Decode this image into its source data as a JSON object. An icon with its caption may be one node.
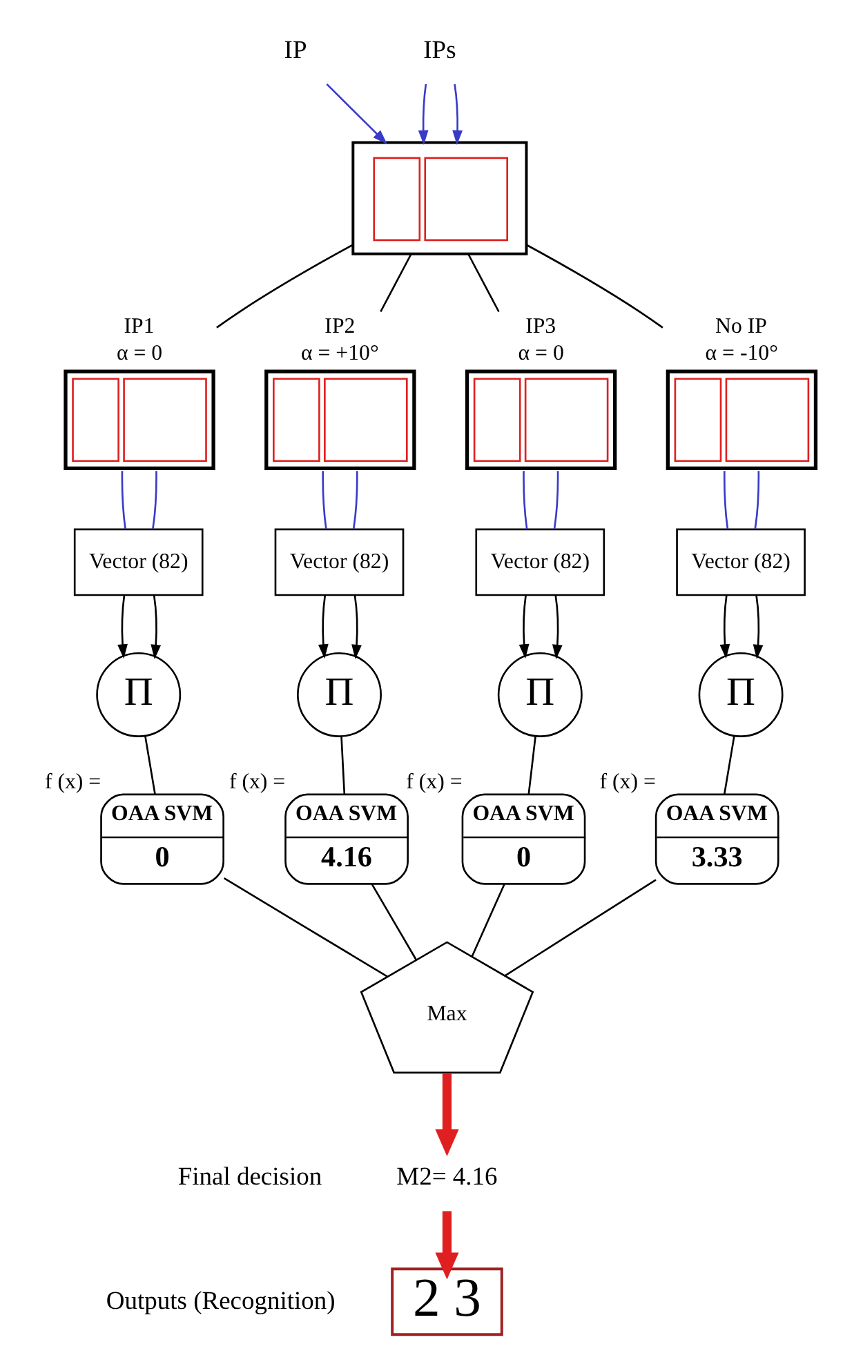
{
  "diagram": {
    "nodes": [
      {
        "text": [],
        "shape": "picture"
      },
      {
        "text": [
          "IP"
        ]
      },
      {
        "text": [
          "IPs"
        ]
      },
      {
        "text": [],
        "shape": "picture",
        "beside": [
          "IP1",
          "α = 0"
        ]
      },
      {
        "text": [],
        "shape": "picture",
        "beside": [
          "IP2",
          "α = +10°"
        ]
      },
      {
        "text": [],
        "shape": "picture",
        "beside": [
          "IP3",
          "α = 0"
        ]
      },
      {
        "text": [],
        "shape": "picture",
        "beside": [
          "No IP",
          "α = -10°"
        ]
      },
      {
        "text": [
          "Vector (82)"
        ]
      },
      {
        "text": [
          "Vector (82)"
        ]
      },
      {
        "text": [
          "Vector (82)"
        ]
      },
      {
        "text": [
          "Vector (82)"
        ]
      },
      {
        "text": [
          "Π"
        ]
      },
      {
        "text": [
          "Π"
        ]
      },
      {
        "text": [
          "Π"
        ]
      },
      {
        "text": [
          "Π"
        ]
      },
      {
        "text": [
          "OAA SVM",
          "0"
        ],
        "beside": [
          "f (x) ="
        ]
      },
      {
        "text": [
          "OAA SVM",
          "4.16"
        ],
        "beside": [
          "f (x) ="
        ]
      },
      {
        "text": [
          "OAA SVM",
          "0"
        ],
        "beside": [
          "f (x) ="
        ]
      },
      {
        "text": [
          "OAA SVM",
          "3.33"
        ],
        "beside": [
          "f (x) ="
        ]
      },
      {
        "text": [
          "Max"
        ]
      },
      {
        "text": [
          "M2= 4.16"
        ]
      },
      {
        "text": [
          "2 3"
        ]
      }
    ],
    "edges": [
      {
        "from": 1,
        "to": 0,
        "arrow": "to",
        "color": "#3a3ac8"
      },
      {
        "from": 2,
        "to": 0,
        "arrow": "to",
        "color": "#3a3ac8"
      },
      {
        "from": 2,
        "to": 0,
        "arrow": "to",
        "color": "#3a3ac8"
      },
      {
        "from": 0,
        "to": 3,
        "arrow": "none"
      },
      {
        "from": 0,
        "to": 4,
        "arrow": "none"
      },
      {
        "from": 0,
        "to": 5,
        "arrow": "none"
      },
      {
        "from": 0,
        "to": 6,
        "arrow": "none"
      },
      {
        "from": 3,
        "to": 7,
        "arrow": "none",
        "color": "#3a3ac8"
      },
      {
        "from": 3,
        "to": 7,
        "arrow": "none",
        "color": "#3a3ac8"
      },
      {
        "from": 4,
        "to": 8,
        "arrow": "none",
        "color": "#3a3ac8"
      },
      {
        "from": 4,
        "to": 8,
        "arrow": "none",
        "color": "#3a3ac8"
      },
      {
        "from": 5,
        "to": 9,
        "arrow": "none",
        "color": "#3a3ac8"
      },
      {
        "from": 5,
        "to": 9,
        "arrow": "none",
        "color": "#3a3ac8"
      },
      {
        "from": 6,
        "to": 10,
        "arrow": "none",
        "color": "#3a3ac8"
      },
      {
        "from": 6,
        "to": 10,
        "arrow": "none",
        "color": "#3a3ac8"
      },
      {
        "from": 7,
        "to": 11,
        "arrow": "to"
      },
      {
        "from": 7,
        "to": 11,
        "arrow": "to"
      },
      {
        "from": 8,
        "to": 12,
        "arrow": "to"
      },
      {
        "from": 8,
        "to": 12,
        "arrow": "to"
      },
      {
        "from": 9,
        "to": 13,
        "arrow": "to"
      },
      {
        "from": 9,
        "to": 13,
        "arrow": "to"
      },
      {
        "from": 10,
        "to": 14,
        "arrow": "to"
      },
      {
        "from": 10,
        "to": 14,
        "arrow": "to"
      },
      {
        "from": 11,
        "to": 15,
        "arrow": "none"
      },
      {
        "from": 12,
        "to": 16,
        "arrow": "none"
      },
      {
        "from": 13,
        "to": 17,
        "arrow": "none"
      },
      {
        "from": 14,
        "to": 18,
        "arrow": "none"
      },
      {
        "from": 15,
        "to": 19,
        "arrow": "none"
      },
      {
        "from": 16,
        "to": 19,
        "arrow": "none"
      },
      {
        "from": 17,
        "to": 19,
        "arrow": "none"
      },
      {
        "from": 18,
        "to": 19,
        "arrow": "none"
      },
      {
        "from": 19,
        "to": 20,
        "arrow": "to",
        "style": "thick",
        "color": "#e02020"
      },
      {
        "from": 20,
        "to": 21,
        "arrow": "to",
        "style": "thick",
        "color": "#e02020"
      }
    ],
    "labels": [
      "Final decision",
      "Outputs (Recognition)"
    ]
  }
}
